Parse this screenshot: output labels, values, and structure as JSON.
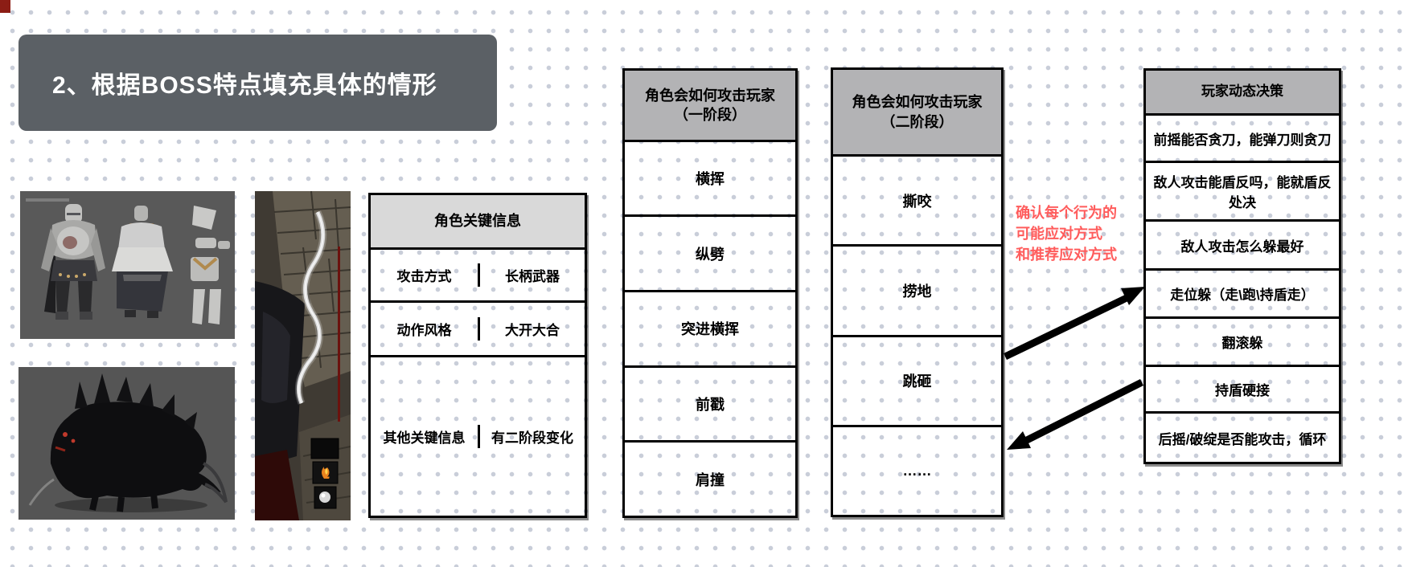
{
  "header": {
    "title": "2、根据BOSS特点填充具体的情形",
    "bg": "#5b6065"
  },
  "corner_accent_color": "#8c1d15",
  "dot_color": "#c9ced9",
  "key_info_table": {
    "header": "角色关键信息",
    "header_bg": "#d9d9d9",
    "rows": [
      {
        "label": "攻击方式",
        "value": "长柄武器"
      },
      {
        "label": "动作风格",
        "value": "大开大合"
      },
      {
        "label": "其他关键信息",
        "value": "有二阶段变化"
      }
    ]
  },
  "phase1_table": {
    "title_line1": "角色会如何攻击玩家",
    "title_line2": "（一阶段）",
    "header_bg": "#b3b3b5",
    "rows": [
      "横挥",
      "纵劈",
      "突进横挥",
      "前戳",
      "肩撞"
    ]
  },
  "phase2_table": {
    "title_line1": "角色会如何攻击玩家",
    "title_line2": "（二阶段）",
    "header_bg": "#b3b3b5",
    "rows": [
      "撕咬",
      "捞地",
      "跳砸",
      "……"
    ]
  },
  "decision_table": {
    "header": "玩家动态决策",
    "header_bg": "#b3b3b5",
    "rows": [
      "前摇能否贪刀，能弹刀则贪刀",
      "敌人攻击能盾反吗，能就盾反处决",
      "敌人攻击怎么躲最好",
      "走位躲（走\\跑\\持盾走）",
      "翻滚躲",
      "持盾硬接",
      "后摇/破绽是否能攻击，循环"
    ]
  },
  "annotation": {
    "line1": "确认每个行为的",
    "line2": "可能应对方式",
    "line3": "和推荐应对方式",
    "color": "#ff5c5c"
  },
  "arrows": {
    "color": "#000000",
    "count": 2
  },
  "artworks": {
    "phase1_concept_bg": "#595959",
    "phase2_concept_bg": "#555555",
    "screenshot_bg": "#3f3a33"
  }
}
